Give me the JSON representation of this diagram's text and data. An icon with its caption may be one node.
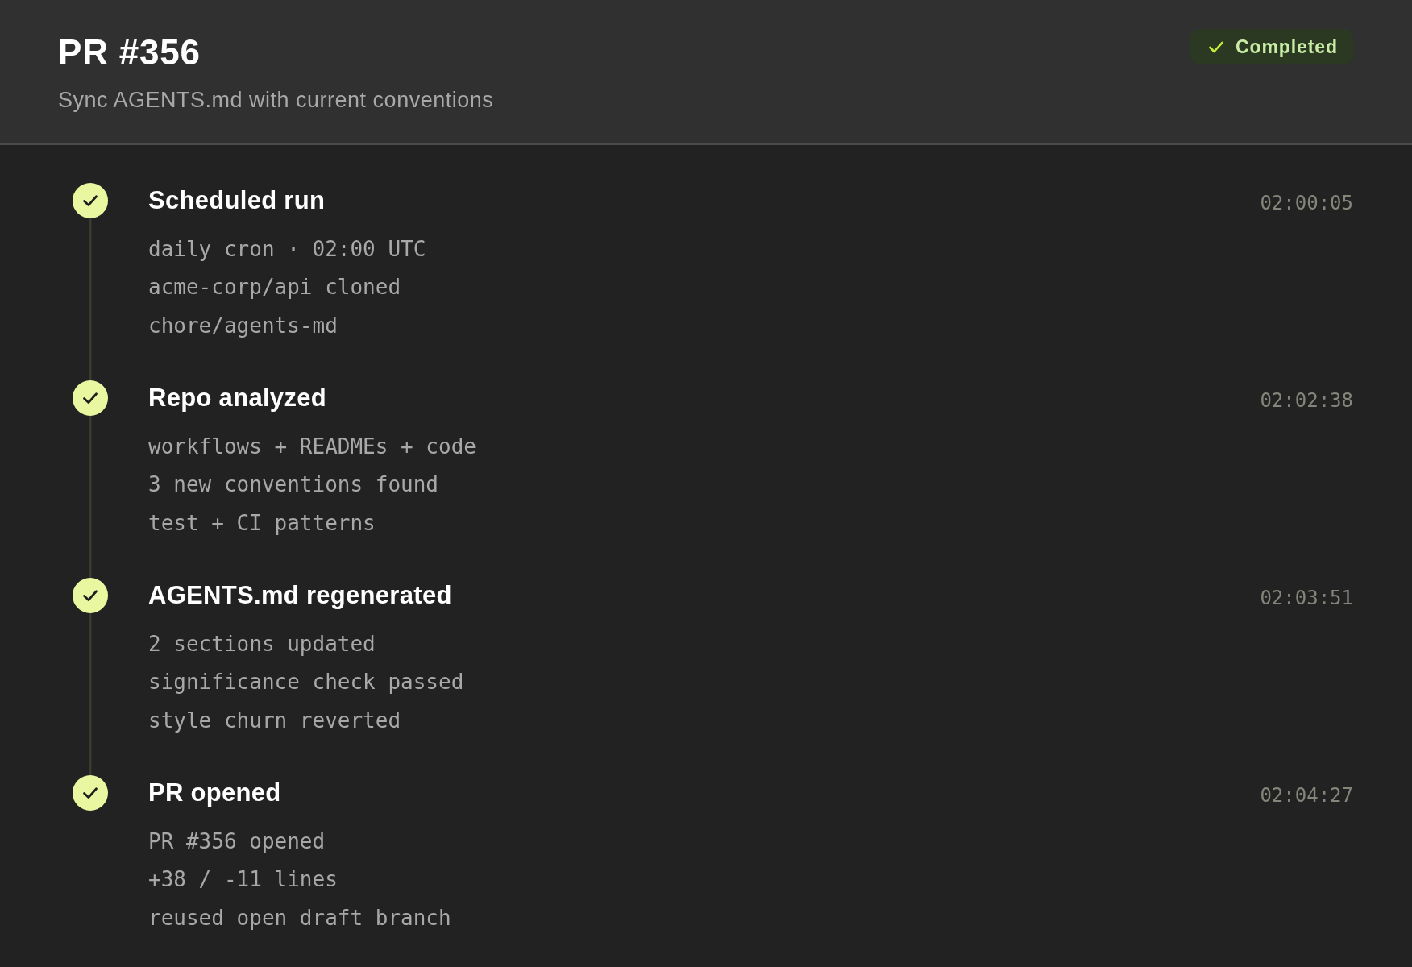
{
  "diagram": {
    "title": "PR #356",
    "nodes": [
      {
        "text": [],
        "shape": "circle",
        "beside": [
          "Scheduled run",
          "daily cron · 02:00 UTC",
          "acme-corp/api cloned",
          "chore/agents-md"
        ]
      },
      {
        "text": [],
        "shape": "circle",
        "beside": [
          "Repo analyzed",
          "workflows + READMEs + code",
          "3 new conventions found",
          "test + CI patterns"
        ]
      },
      {
        "text": [],
        "shape": "circle",
        "beside": [
          "AGENTS.md regenerated",
          "2 sections updated",
          "significance check passed",
          "style churn reverted"
        ]
      },
      {
        "text": [],
        "shape": "circle",
        "beside": [
          "PR opened",
          "PR #356 opened",
          "+38 / -11 lines",
          "reused open draft branch"
        ]
      }
    ],
    "edges": [
      {
        "from": 0,
        "to": 1,
        "arrow": "none"
      },
      {
        "from": 1,
        "to": 2,
        "arrow": "none"
      },
      {
        "from": 2,
        "to": 3,
        "arrow": "none"
      }
    ],
    "labels": [
      "Completed",
      "Sync AGENTS.md with current conventions",
      "02:00:05",
      "02:02:38",
      "02:03:51",
      "02:04:27"
    ]
  }
}
